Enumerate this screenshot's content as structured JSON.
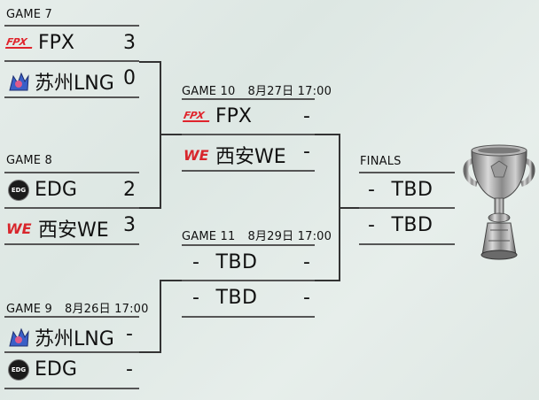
{
  "game7": {
    "label": "GAME 7",
    "team1": {
      "name": "FPX",
      "score": "3",
      "logo": "fpx-logo"
    },
    "team2": {
      "name": "苏州LNG",
      "score": "0",
      "logo": "lng-logo"
    }
  },
  "game8": {
    "label": "GAME 8",
    "team1": {
      "name": "EDG",
      "score": "2",
      "logo": "edg-logo"
    },
    "team2": {
      "name": "西安WE",
      "score": "3",
      "logo": "we-logo"
    }
  },
  "game9": {
    "label": "GAME 9",
    "time": "8月26日 17:00",
    "team1": {
      "name": "苏州LNG",
      "score": "-",
      "logo": "lng-logo"
    },
    "team2": {
      "name": "EDG",
      "score": "-",
      "logo": "edg-logo"
    }
  },
  "game10": {
    "label": "GAME 10",
    "time": "8月27日 17:00",
    "team1": {
      "name": "FPX",
      "score": "-",
      "logo": "fpx-logo"
    },
    "team2": {
      "name": "西安WE",
      "score": "-",
      "logo": "we-logo"
    }
  },
  "game11": {
    "label": "GAME 11",
    "time": "8月29日 17:00",
    "team1": {
      "name": "TBD",
      "dash": "-",
      "score": "-"
    },
    "team2": {
      "name": "TBD",
      "dash": "-",
      "score": "-"
    }
  },
  "finals": {
    "label": "FINALS",
    "team1": {
      "name": "TBD",
      "dash": "-"
    },
    "team2": {
      "name": "TBD",
      "dash": "-"
    }
  },
  "logo_text": {
    "fpx": "FPX",
    "we": "WE",
    "edg": "EDG"
  },
  "colors": {
    "fpx": "#e0242c",
    "we": "#d8262c",
    "edg": "#1b1b1b",
    "lng": "#3a5fc8",
    "line": "#333333"
  }
}
